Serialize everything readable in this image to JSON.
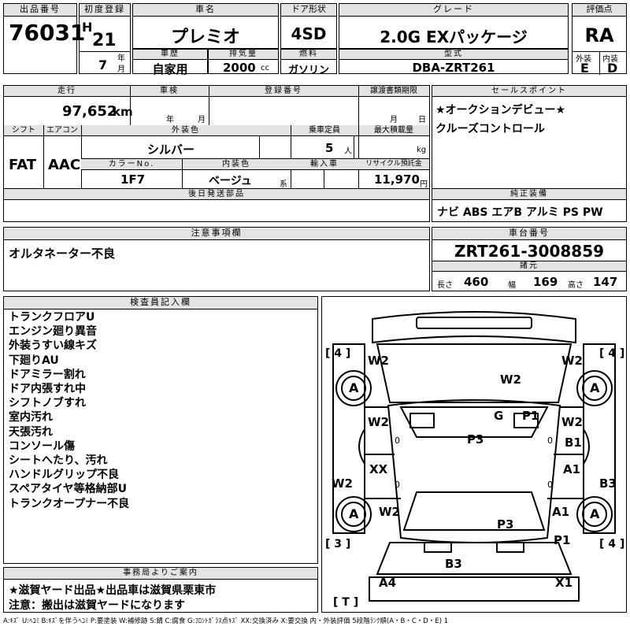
{
  "header": {
    "lot_label": "出品番号",
    "lot_number": "76031",
    "first_reg_label": "初度登録",
    "era": "H",
    "year": "21",
    "year_unit": "年",
    "month": "7",
    "month_unit": "月",
    "car_name_label": "車名",
    "car_name": "プレミオ",
    "door_label": "ドア形状",
    "door": "4SD",
    "grade_label": "グレード",
    "grade": "2.0G EXパッケージ",
    "score_label": "評価点",
    "score": "RA",
    "history_label": "車歴",
    "history": "自家用",
    "displacement_label": "排気量",
    "displacement": "2000",
    "displacement_unit": "cc",
    "fuel_label": "燃料",
    "fuel": "ガソリン",
    "model_label": "型式",
    "model": "DBA-ZRT261",
    "exterior_label": "外装",
    "exterior": "E",
    "interior_label": "内装",
    "interior": "D"
  },
  "specs": {
    "mileage_label": "走行",
    "mileage": "97,652",
    "mileage_unit": "km",
    "inspection_label": "車検",
    "inspection_year_unit": "年",
    "inspection_month_unit": "月",
    "plate_label": "登録番号",
    "transfer_label": "譲渡書類期限",
    "transfer_month_unit": "月",
    "transfer_day_unit": "日",
    "shift_label": "シフト",
    "shift": "FAT",
    "ac_label": "エアコン",
    "ac": "AAC",
    "color_label": "外装色",
    "color": "シルバー",
    "capacity_label": "乗車定員",
    "capacity": "5",
    "capacity_unit": "人",
    "load_label": "最大積載量",
    "load_unit": "kg",
    "color_no_label": "カラーNo.",
    "color_no": "1F7",
    "interior_color_label": "内装色",
    "interior_color": "ベージュ",
    "interior_color_suffix": "系",
    "import_label": "輸入車",
    "recycle_label": "リサイクル預託金",
    "recycle": "11,970",
    "recycle_unit": "円",
    "later_parts_label": "後日発送部品"
  },
  "sales_points": {
    "label": "セールスポイント",
    "lines": [
      "★オークションデビュー★",
      "クルーズコントロール"
    ]
  },
  "equipment": {
    "label": "純正装備",
    "value": "ナビ ABS エアB アルミ PS PW"
  },
  "notes": {
    "label": "注意事項欄",
    "text": "オルタネーター不良"
  },
  "chassis": {
    "label": "車台番号",
    "number": "ZRT261-3008859",
    "dims_label": "諸元",
    "length_label": "長さ",
    "length": "460",
    "width_label": "幅",
    "width": "169",
    "height_label": "高さ",
    "height": "147"
  },
  "inspector": {
    "label": "検査員記入欄",
    "lines": [
      "トランクフロアU",
      "エンジン廻り異音",
      "外装うすい線キズ",
      "下廻りAU",
      "ドアミラー割れ",
      "ドア内張すれ中",
      "シフトノブすれ",
      "室内汚れ",
      "天張汚れ",
      "コンソール傷",
      "シートへたり、汚れ",
      "ハンドルグリップ不良",
      "スペアタイヤ等格納部U",
      "トランクオープナー不良"
    ]
  },
  "office": {
    "label": "事務局よりご案内",
    "lines": [
      "★滋賀ヤード出品★出品車は滋賀県栗東市",
      "注意：搬出は滋賀ヤードになります"
    ]
  },
  "diagram": {
    "tire_tl": "4",
    "tire_tr": "4",
    "tire_bl": "3",
    "tire_br": "4",
    "spare": "T",
    "wheel_grade": "A",
    "zero": "0",
    "marks": {
      "w2_tl": "W2",
      "w2_tr": "W2",
      "w2_hood": "W2",
      "g": "G",
      "p1_top": "P1",
      "w2_ld": "W2",
      "w2_rd": "W2",
      "p3_roof": "P3",
      "b1": "B1",
      "xx": "XX",
      "a1_r": "A1",
      "w2_left": "W2",
      "b3_right": "B3",
      "w2_lr": "W2",
      "a1_rr": "A1",
      "p3_trunk": "P3",
      "p1_rear": "P1",
      "b3_rear": "B3",
      "a4": "A4",
      "x1": "X1"
    }
  },
  "legend": "A:ｷｽﾞ U:ﾍｺﾐ B:ｷｽﾞを伴うﾍｺﾐ P:要塗装 W:補修跡 S:錆 C:腐食 G:ﾌﾛﾝﾄｶﾞﾗｽ点ｷｽﾞ XX:交換済み X:要交換 内・外装評価 5段階ﾗﾝｸ順(A・B・C・D・E) 1"
}
